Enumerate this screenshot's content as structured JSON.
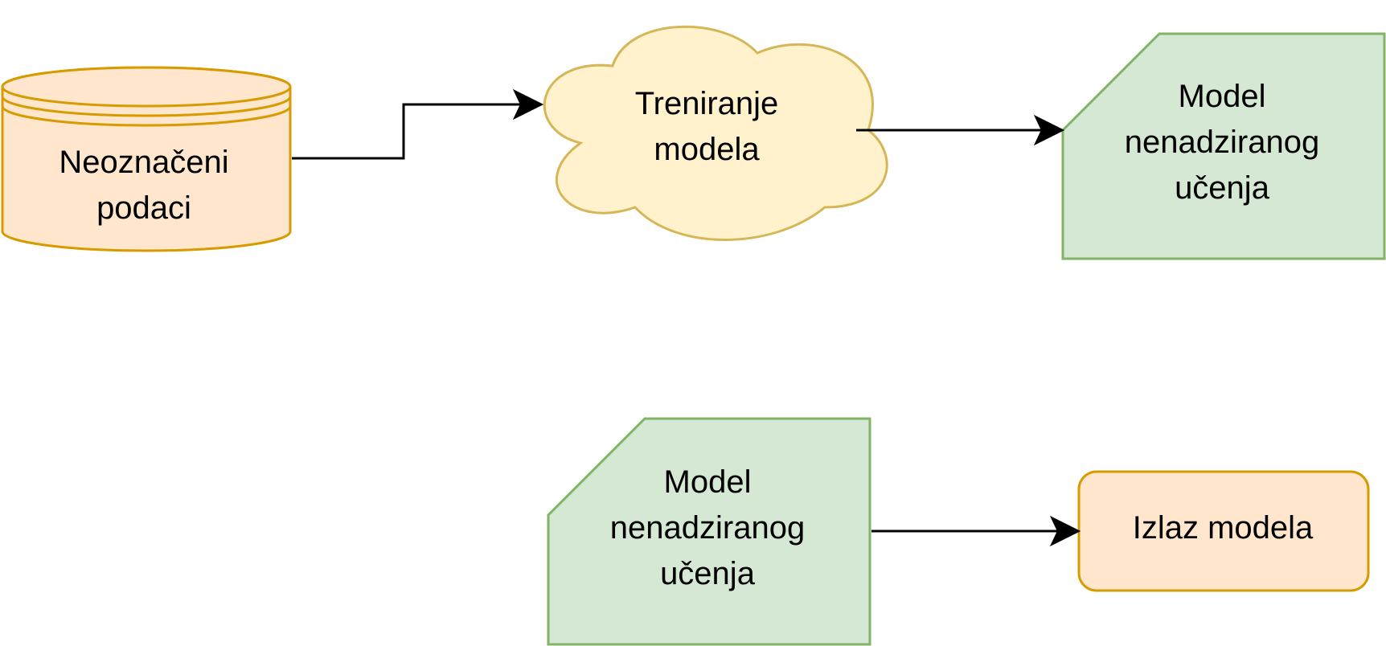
{
  "colors": {
    "orange_fill": "#ffe6cc",
    "orange_stroke": "#d79b00",
    "yellow_fill": "#fff2cc",
    "yellow_stroke": "#d6b656",
    "green_fill": "#d5e8d4",
    "green_stroke": "#82b366",
    "edge": "#000000",
    "background": "#ffffff"
  },
  "nodes": {
    "unlabeled_data": {
      "line1": "Neoznačeni",
      "line2": "podaci",
      "shape": "database-cylinder"
    },
    "training": {
      "line1": "Treniranje",
      "line2": "modela",
      "shape": "cloud"
    },
    "model_top": {
      "line1": "Model",
      "line2": "nenadziranog",
      "line3": "učenja",
      "shape": "card"
    },
    "model_bottom": {
      "line1": "Model",
      "line2": "nenadziranog",
      "line3": "učenja",
      "shape": "card"
    },
    "output": {
      "line1": "Izlaz modela",
      "shape": "rounded-rectangle"
    }
  },
  "edges": [
    {
      "from": "unlabeled_data",
      "to": "training"
    },
    {
      "from": "training",
      "to": "model_top"
    },
    {
      "from": "model_bottom",
      "to": "output"
    }
  ]
}
